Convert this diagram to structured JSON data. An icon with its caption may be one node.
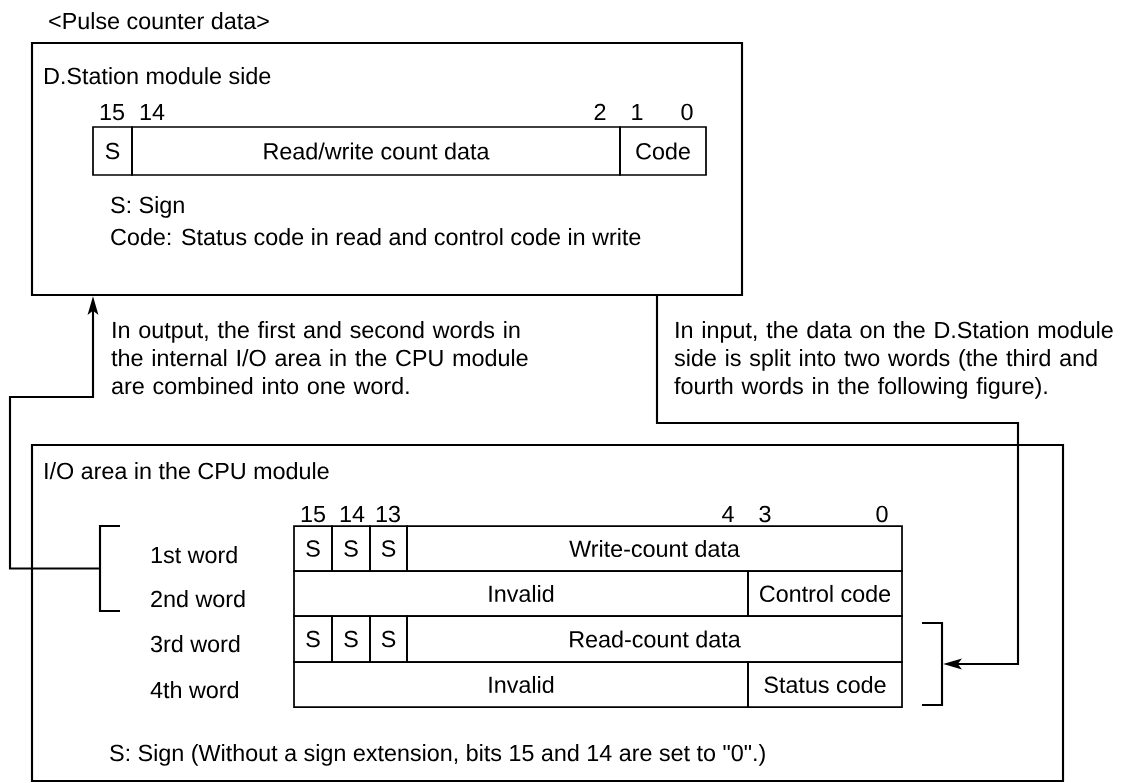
{
  "diagram": {
    "title": "<Pulse counter data>",
    "nodes": [
      {
        "text": [
          "D.Station module side",
          "S: Sign",
          "Code: Status code in read and control code in write"
        ]
      },
      {
        "text": [
          "S"
        ],
        "in": 0
      },
      {
        "text": [
          "Read/write count data"
        ],
        "in": 0
      },
      {
        "text": [
          "Code"
        ],
        "in": 0
      },
      {
        "text": [
          "I/O area in the CPU module",
          "S: Sign (Without a sign extension, bits 15 and 14 are set to \"0\".)"
        ]
      },
      {
        "text": [],
        "shape": "bracket",
        "in": 4
      },
      {
        "text": [],
        "shape": "bracket",
        "in": 4
      },
      {
        "text": [
          "S"
        ],
        "in": 4
      },
      {
        "text": [
          "S"
        ],
        "in": 4
      },
      {
        "text": [
          "S"
        ],
        "in": 4
      },
      {
        "text": [
          "Write-count data"
        ],
        "in": 4
      },
      {
        "text": [
          "Invalid"
        ],
        "in": 4
      },
      {
        "text": [
          "Control code"
        ],
        "in": 4
      },
      {
        "text": [
          "S"
        ],
        "in": 4
      },
      {
        "text": [
          "S"
        ],
        "in": 4
      },
      {
        "text": [
          "S"
        ],
        "in": 4
      },
      {
        "text": [
          "Read-count data"
        ],
        "in": 4
      },
      {
        "text": [
          "Invalid"
        ],
        "in": 4
      },
      {
        "text": [
          "Status code"
        ],
        "in": 4
      }
    ],
    "edges": [
      {
        "from": 5,
        "to": 0,
        "arrow": "to",
        "label": "In output, the first and second words in the internal I/O area in the CPU module are combined into one word."
      },
      {
        "from": 0,
        "to": 6,
        "arrow": "to",
        "label": "In input, the data on the D.Station module side is split into two words (the third and fourth words in the following figure)."
      }
    ],
    "labels": [
      "15",
      "14",
      "2",
      "1",
      "0",
      "15",
      "14",
      "13",
      "4",
      "3",
      "0",
      "1st word",
      "2nd word",
      "3rd word",
      "4th word"
    ]
  }
}
